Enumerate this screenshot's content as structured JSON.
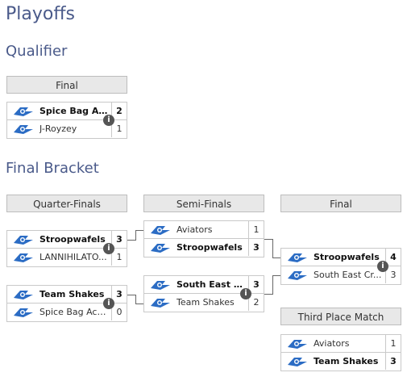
{
  "page": {
    "title": "Playoffs",
    "qualifier_heading": "Qualifier",
    "final_bracket_heading": "Final Bracket"
  },
  "rounds": {
    "qualifier_final": "Final",
    "quarter_finals": "Quarter-Finals",
    "semi_finals": "Semi-Finals",
    "final": "Final",
    "third_place": "Third Place Match"
  },
  "matches": {
    "q": {
      "teams": [
        {
          "name": "Spice Bag Ac...",
          "score": "2",
          "winner": true
        },
        {
          "name": "J-Royzey",
          "score": "1",
          "winner": false
        }
      ]
    },
    "qf1": {
      "teams": [
        {
          "name": "Stroopwafels",
          "score": "3",
          "winner": true
        },
        {
          "name": "LANNIHILATO...",
          "score": "1",
          "winner": false
        }
      ]
    },
    "qf2": {
      "teams": [
        {
          "name": "Team Shakes",
          "score": "3",
          "winner": true
        },
        {
          "name": "Spice Bag Aca...",
          "score": "0",
          "winner": false
        }
      ]
    },
    "sf1": {
      "teams": [
        {
          "name": "Aviators",
          "score": "1",
          "winner": false
        },
        {
          "name": "Stroopwafels",
          "score": "3",
          "winner": true
        }
      ]
    },
    "sf2": {
      "teams": [
        {
          "name": "South East C...",
          "score": "3",
          "winner": true
        },
        {
          "name": "Team Shakes",
          "score": "2",
          "winner": false
        }
      ]
    },
    "f": {
      "teams": [
        {
          "name": "Stroopwafels",
          "score": "4",
          "winner": true
        },
        {
          "name": "South East Cr...",
          "score": "3",
          "winner": false
        }
      ]
    },
    "t": {
      "teams": [
        {
          "name": "Aviators",
          "score": "1",
          "winner": false
        },
        {
          "name": "Team Shakes",
          "score": "3",
          "winner": true
        }
      ]
    }
  },
  "icons": {
    "team_logo": "rocket-league-logo-icon",
    "match_info": "info-icon"
  },
  "colors": {
    "heading": "#4a5a8a",
    "logo": "#2b6cc4",
    "round_header_bg": "#e8e8e8"
  }
}
